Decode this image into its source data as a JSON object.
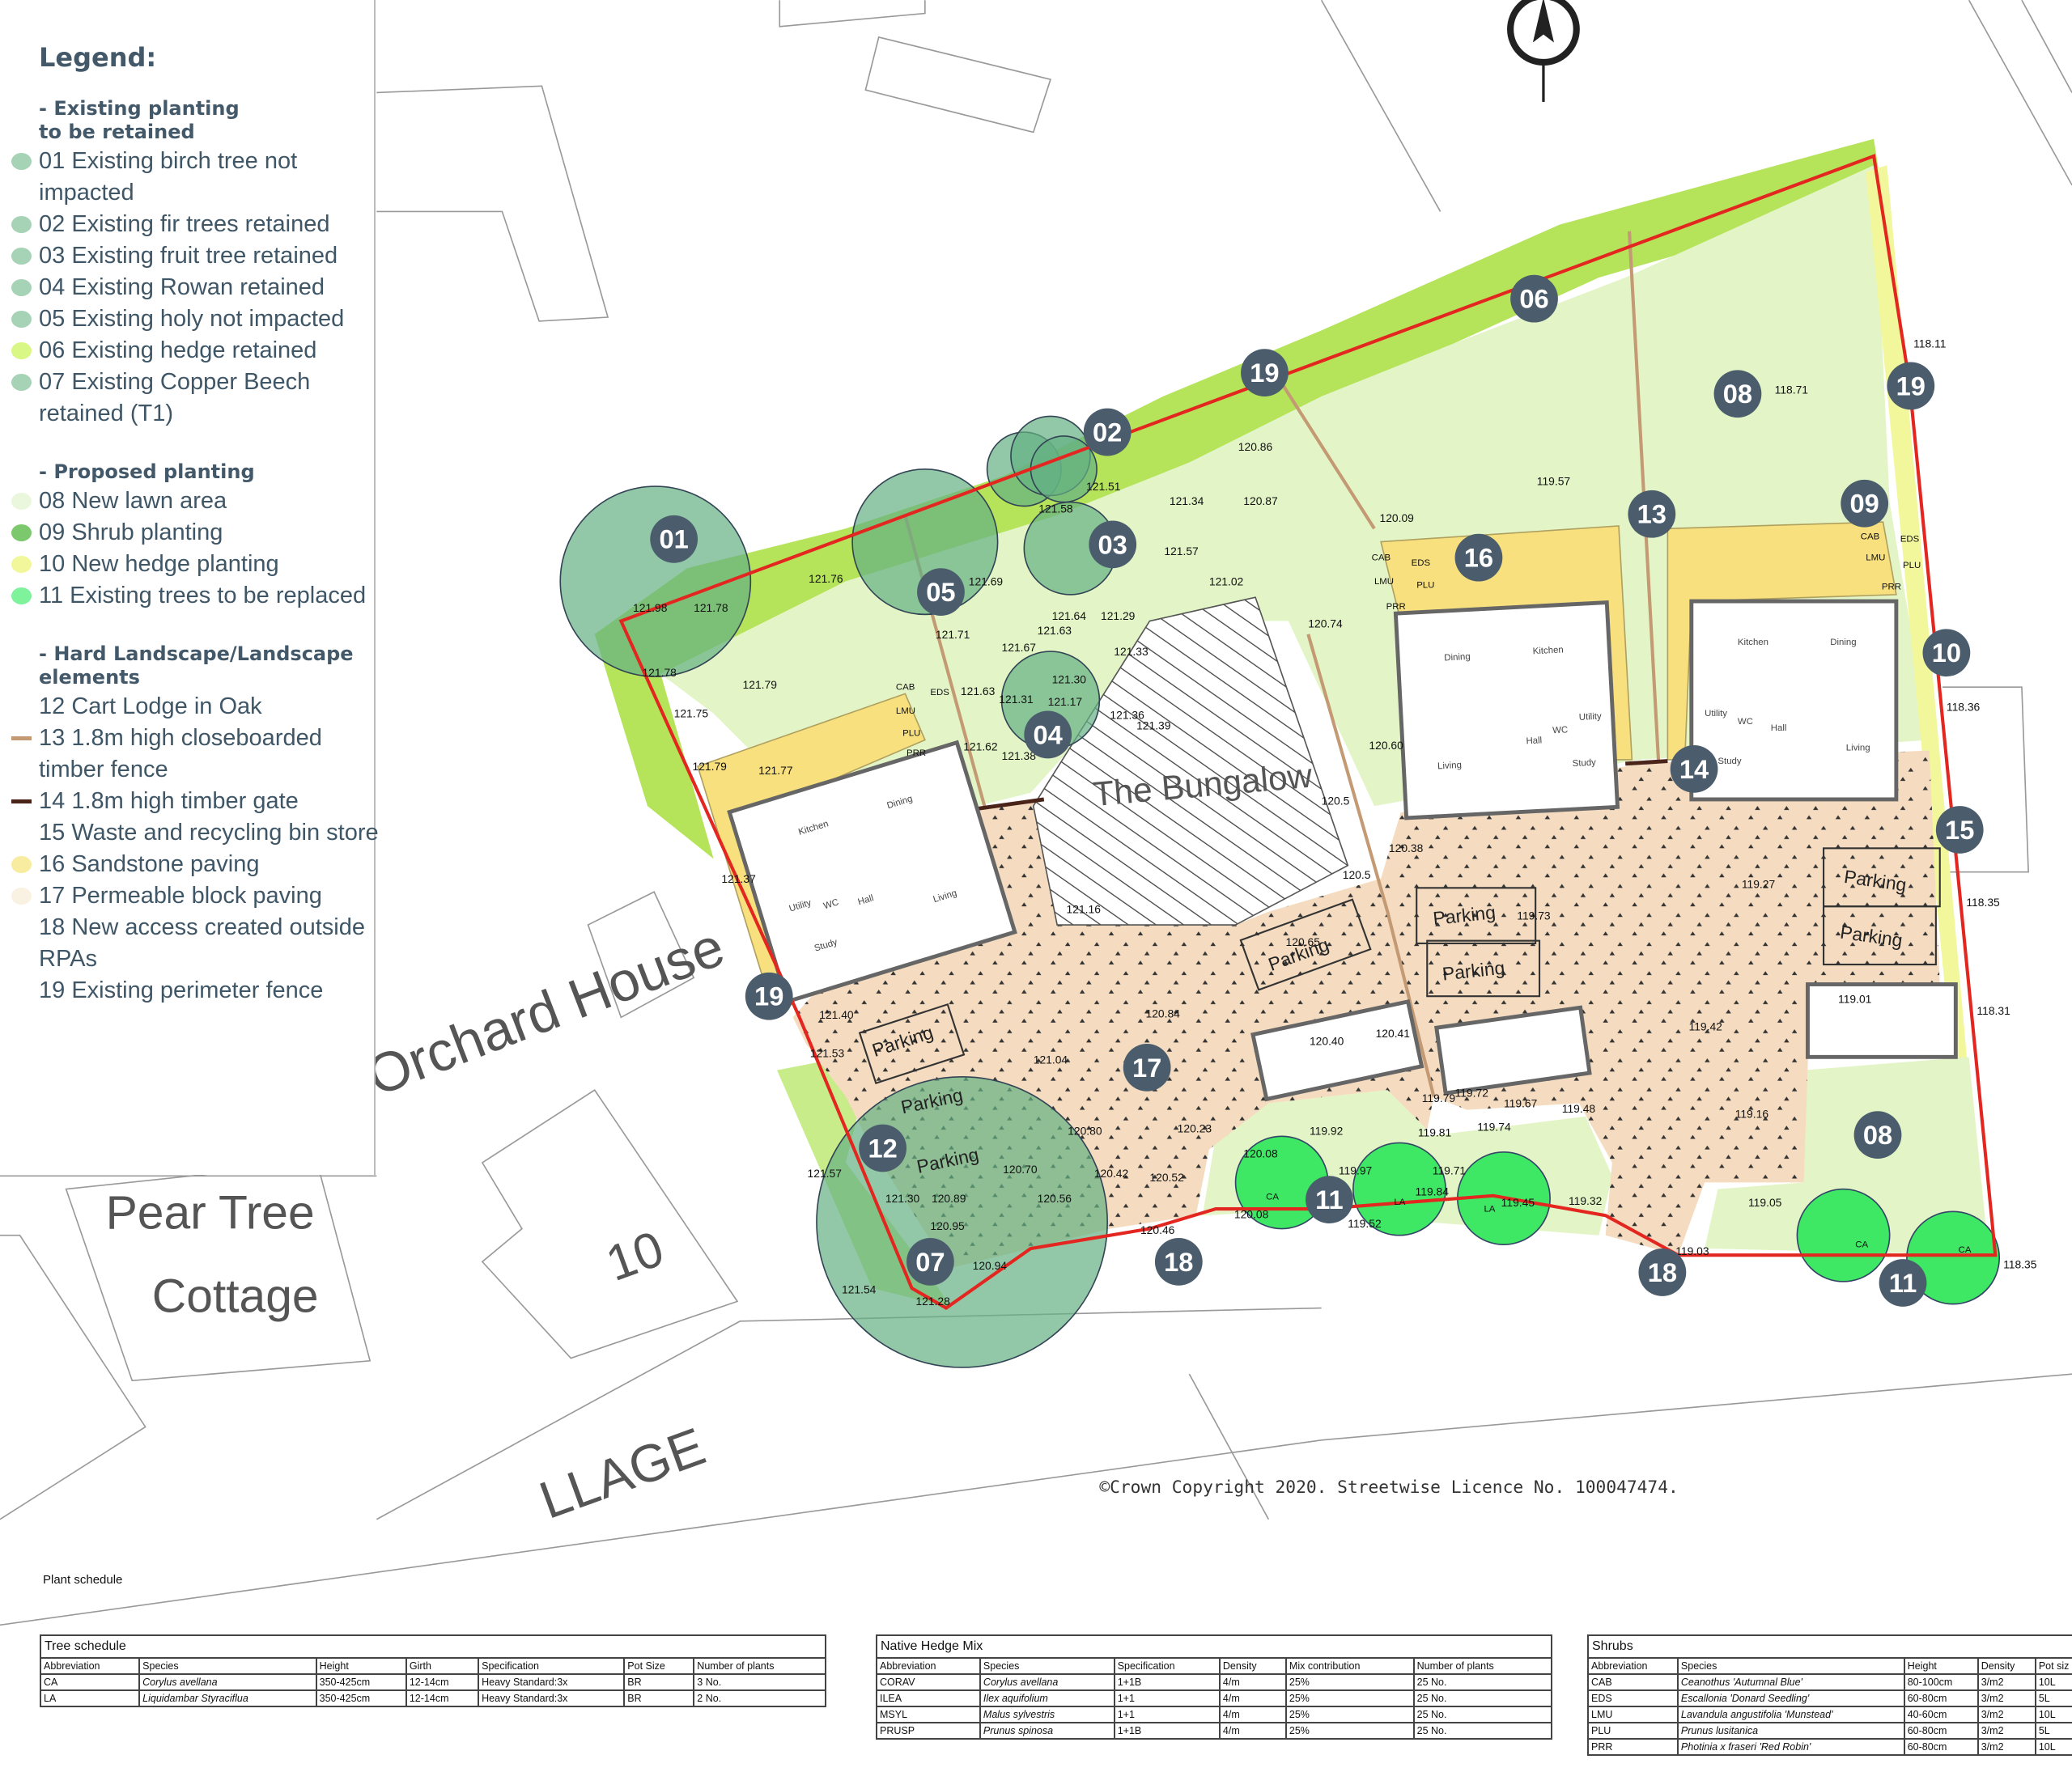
{
  "legend": {
    "title": "Legend:",
    "sections": [
      {
        "heading": "- Existing planting to be retained",
        "items": [
          {
            "label": "01 Existing birch tree not impacted",
            "color": "#a6d3b6"
          },
          {
            "label": "02 Existing fir trees retained",
            "color": "#a6d3b6"
          },
          {
            "label": "03 Existing fruit tree retained",
            "color": "#a6d3b6"
          },
          {
            "label": "04 Existing Rowan retained",
            "color": "#a6d3b6"
          },
          {
            "label": "05 Existing holy not impacted",
            "color": "#a6d3b6"
          },
          {
            "label": "06 Existing hedge retained",
            "color": "#d9f785"
          },
          {
            "label": "07 Existing Copper Beech retained (T1)",
            "color": "#a6d3b6"
          }
        ]
      },
      {
        "heading": "- Proposed planting",
        "items": [
          {
            "label": "08 New lawn area",
            "color": "#eaf7dc"
          },
          {
            "label": "09 Shrub planting",
            "color": "#7cc96d"
          },
          {
            "label": "10 New hedge planting",
            "color": "#f1f79a"
          },
          {
            "label": "11 Existing trees to be replaced",
            "color": "#7ff29c"
          }
        ]
      },
      {
        "heading": "- Hard Landscape/Landscape elements",
        "items": [
          {
            "label": "12 Cart Lodge in Oak",
            "color": ""
          },
          {
            "label": "13 1.8m high closeboarded timber fence",
            "color": "#c39a73",
            "line": true
          },
          {
            "label": "14 1.8m high timber gate",
            "color": "#4a2418",
            "line": true
          },
          {
            "label": "15 Waste and recycling bin store",
            "color": ""
          },
          {
            "label": "16 Sandstone paving",
            "color": "#f7ec9f"
          },
          {
            "label": "17 Permeable block paving",
            "color": "#f9f1e1"
          },
          {
            "label": "18 New access created outside RPAs",
            "color": ""
          },
          {
            "label": "19 Existing perimeter fence",
            "color": ""
          }
        ]
      }
    ]
  },
  "map": {
    "place_labels": {
      "orchard": "Orchard House",
      "pear1": "Pear Tree",
      "pear2": "Cottage",
      "ten": "10",
      "village": "LLAGE",
      "bungalow": "The Bungalow"
    },
    "copyright": "©Crown Copyright 2020. Streetwise Licence No. 100047474.",
    "badges": [
      "01",
      "02",
      "03",
      "04",
      "05",
      "06",
      "07",
      "08",
      "08",
      "09",
      "10",
      "11",
      "11",
      "12",
      "13",
      "14",
      "15",
      "16",
      "17",
      "18",
      "18",
      "19",
      "19",
      "19"
    ],
    "parking": [
      "Parking",
      "Parking",
      "Parking",
      "Parking",
      "Parking",
      "Parking",
      "Parking",
      "Parking"
    ],
    "rooms": [
      "Kitchen",
      "Dining",
      "Living",
      "Utility",
      "WC",
      "Hall",
      "Study",
      "Dining",
      "Kitchen",
      "Living",
      "Utility",
      "WC",
      "Hall",
      "Study",
      "Kitchen",
      "Dining",
      "Living",
      "Utility",
      "WC",
      "Hall",
      "Study"
    ],
    "shrub_codes": [
      "CAB",
      "EDS",
      "LMU",
      "PLU",
      "PRR",
      "CAB",
      "EDS",
      "LMU",
      "PLU",
      "PRR",
      "CAB",
      "EDS",
      "LMU",
      "PLU",
      "PRR"
    ],
    "tree_codes": [
      "CA",
      "LA",
      "LA",
      "CA",
      "CA"
    ],
    "levels": [
      "121.98",
      "121.78",
      "121.76",
      "121.69",
      "121.78",
      "121.75",
      "121.79",
      "121.79",
      "121.77",
      "121.71",
      "121.63",
      "121.62",
      "121.38",
      "121.31",
      "121.67",
      "121.64",
      "121.63",
      "121.30",
      "121.17",
      "121.36",
      "121.39",
      "121.33",
      "121.29",
      "121.02",
      "121.57",
      "121.34",
      "121.51",
      "121.58",
      "120.86",
      "120.87",
      "120.09",
      "120.74",
      "120.60",
      "120.5",
      "120.5",
      "120.38",
      "119.57",
      "118.71",
      "118.11",
      "118.36",
      "118.35",
      "118.31",
      "118.35",
      "119.27",
      "119.73",
      "119.42",
      "119.01",
      "119.16",
      "119.05",
      "119.03",
      "119.32",
      "119.48",
      "119.74",
      "119.72",
      "119.67",
      "119.79",
      "119.81",
      "119.71",
      "119.84",
      "119.45",
      "119.52",
      "119.97",
      "119.92",
      "120.08",
      "120.08",
      "120.40",
      "120.41",
      "120.65",
      "121.16",
      "120.84",
      "121.04",
      "120.80",
      "120.23",
      "120.42",
      "120.52",
      "120.70",
      "120.56",
      "120.46",
      "121.40",
      "121.53",
      "121.37",
      "121.57",
      "121.30",
      "120.89",
      "120.95",
      "120.94",
      "121.54",
      "121.28"
    ]
  },
  "schedule": {
    "title": "Plant schedule",
    "tree": {
      "caption": "Tree schedule",
      "headers": [
        "Abbreviation",
        "Species",
        "Height",
        "Girth",
        "Specification",
        "Pot Size",
        "Number of plants"
      ],
      "rows": [
        [
          "CA",
          "Corylus avellana",
          "350-425cm",
          "12-14cm",
          "Heavy Standard:3x",
          "BR",
          "3 No."
        ],
        [
          "LA",
          "Liquidambar Styraciflua",
          "350-425cm",
          "12-14cm",
          "Heavy Standard:3x",
          "BR",
          "2 No."
        ]
      ]
    },
    "hedge": {
      "caption": "Native Hedge Mix",
      "headers": [
        "Abbreviation",
        "Species",
        "Specification",
        "Density",
        "Mix contribution",
        "Number of plants"
      ],
      "rows": [
        [
          "CORAV",
          "Corylus avellana",
          "1+1B",
          "4/m",
          "25%",
          "25 No."
        ],
        [
          "ILEA",
          "Ilex aquifolium",
          "1+1",
          "4/m",
          "25%",
          "25 No."
        ],
        [
          "MSYL",
          "Malus sylvestris",
          "1+1",
          "4/m",
          "25%",
          "25 No."
        ],
        [
          "PRUSP",
          "Prunus spinosa",
          "1+1B",
          "4/m",
          "25%",
          "25 No."
        ]
      ]
    },
    "shrubs": {
      "caption": "Shrubs",
      "headers": [
        "Abbreviation",
        "Species",
        "Height",
        "Density",
        "Pot siz"
      ],
      "rows": [
        [
          "CAB",
          "Ceanothus 'Autumnal Blue'",
          "80-100cm",
          "3/m2",
          "10L"
        ],
        [
          "EDS",
          "Escallonia 'Donard Seedling'",
          "60-80cm",
          "3/m2",
          "5L"
        ],
        [
          "LMU",
          "Lavandula angustifolia 'Munstead'",
          "40-60cm",
          "3/m2",
          "10L"
        ],
        [
          "PLU",
          "Prunus lusitanica",
          "60-80cm",
          "3/m2",
          "5L"
        ],
        [
          "PRR",
          "Photinia x fraseri 'Red Robin'",
          "60-80cm",
          "3/m2",
          "10L"
        ]
      ]
    }
  }
}
